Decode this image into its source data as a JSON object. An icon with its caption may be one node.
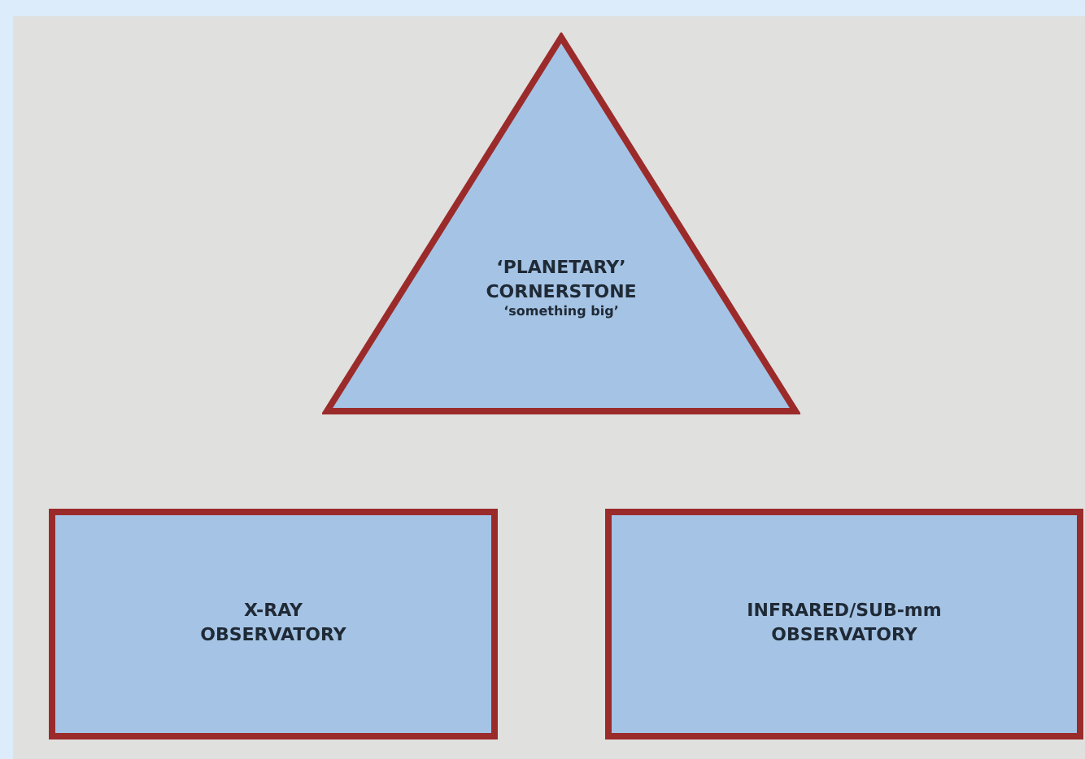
{
  "diagram": {
    "nodes": [
      {
        "text": [
          "‘PLANETARY’ CORNERSTONE",
          "‘something big’"
        ]
      },
      {
        "text": [
          "X-RAY OBSERVATORY"
        ]
      },
      {
        "text": [
          "INFRARED/SUB-mm OBSERVATORY"
        ]
      }
    ]
  }
}
